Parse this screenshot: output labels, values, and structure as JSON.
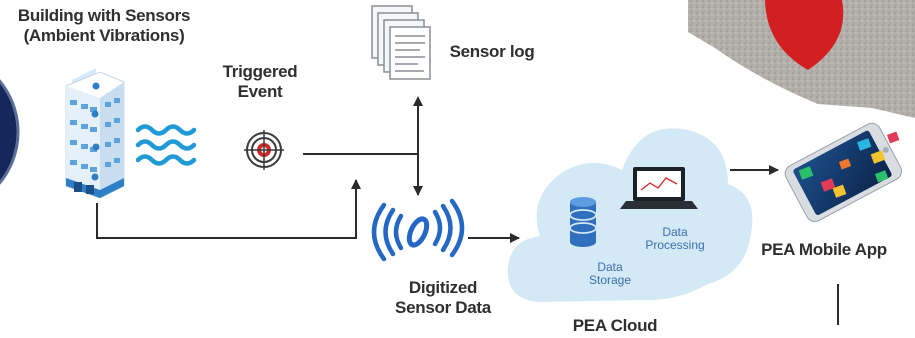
{
  "labels": {
    "building_line1": "Building with Sensors",
    "building_line2": "(Ambient Vibrations)",
    "triggered_line1": "Triggered",
    "triggered_line2": "Event",
    "sensor_log": "Sensor log",
    "digitized_line1": "Digitized",
    "digitized_line2": "Sensor Data",
    "data_storage_line1": "Data",
    "data_storage_line2": "Storage",
    "data_processing_line1": "Data",
    "data_processing_line2": "Processing",
    "pea_cloud": "PEA Cloud",
    "pea_mobile_app": "PEA Mobile App"
  },
  "colors": {
    "line": "#2b2b2b",
    "cloud": "#d3e9f5",
    "building": "#2e7fc5",
    "waves": "#1f9ad6",
    "target_red": "#cf2a27",
    "signal_blue": "#2567c4",
    "wall_grey": "#b3afaa",
    "alert_red": "#d41f22",
    "globe_navy": "#16275c"
  },
  "icons": [
    "building-icon",
    "vibration-waves-icon",
    "target-icon",
    "sensor-log-icon",
    "wireless-sensor-icon",
    "cloud-icon",
    "database-icon",
    "laptop-icon",
    "smartphone-icon",
    "wall-texture-icon",
    "alert-dot-icon",
    "globe-icon"
  ]
}
